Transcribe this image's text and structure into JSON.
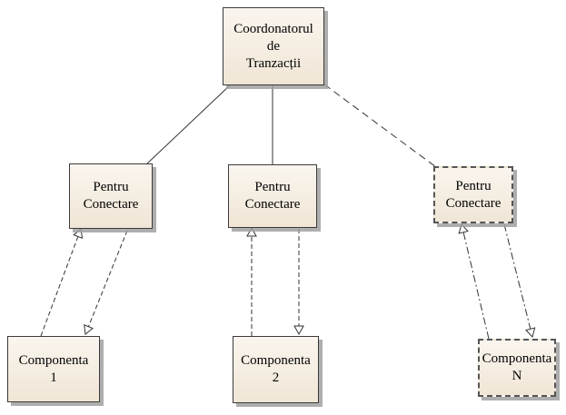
{
  "diagram": {
    "coordinator": {
      "line1": "Coordonatorul",
      "line2": "de",
      "line3": "Tranzacții"
    },
    "connectors": [
      {
        "line1": "Pentru",
        "line2": "Conectare"
      },
      {
        "line1": "Pentru",
        "line2": "Conectare"
      },
      {
        "line1": "Pentru",
        "line2": "Conectare"
      }
    ],
    "components": [
      {
        "line1": "Componenta",
        "line2": "1"
      },
      {
        "line1": "Componenta",
        "line2": "2"
      },
      {
        "line1": "Componenta",
        "line2": "N"
      }
    ],
    "colors": {
      "box_fill_top": "#faf5ee",
      "box_fill_bottom": "#f0e6d6",
      "border": "#3a3a3a",
      "line": "#333333",
      "shadow": "#a0a0a0"
    }
  }
}
